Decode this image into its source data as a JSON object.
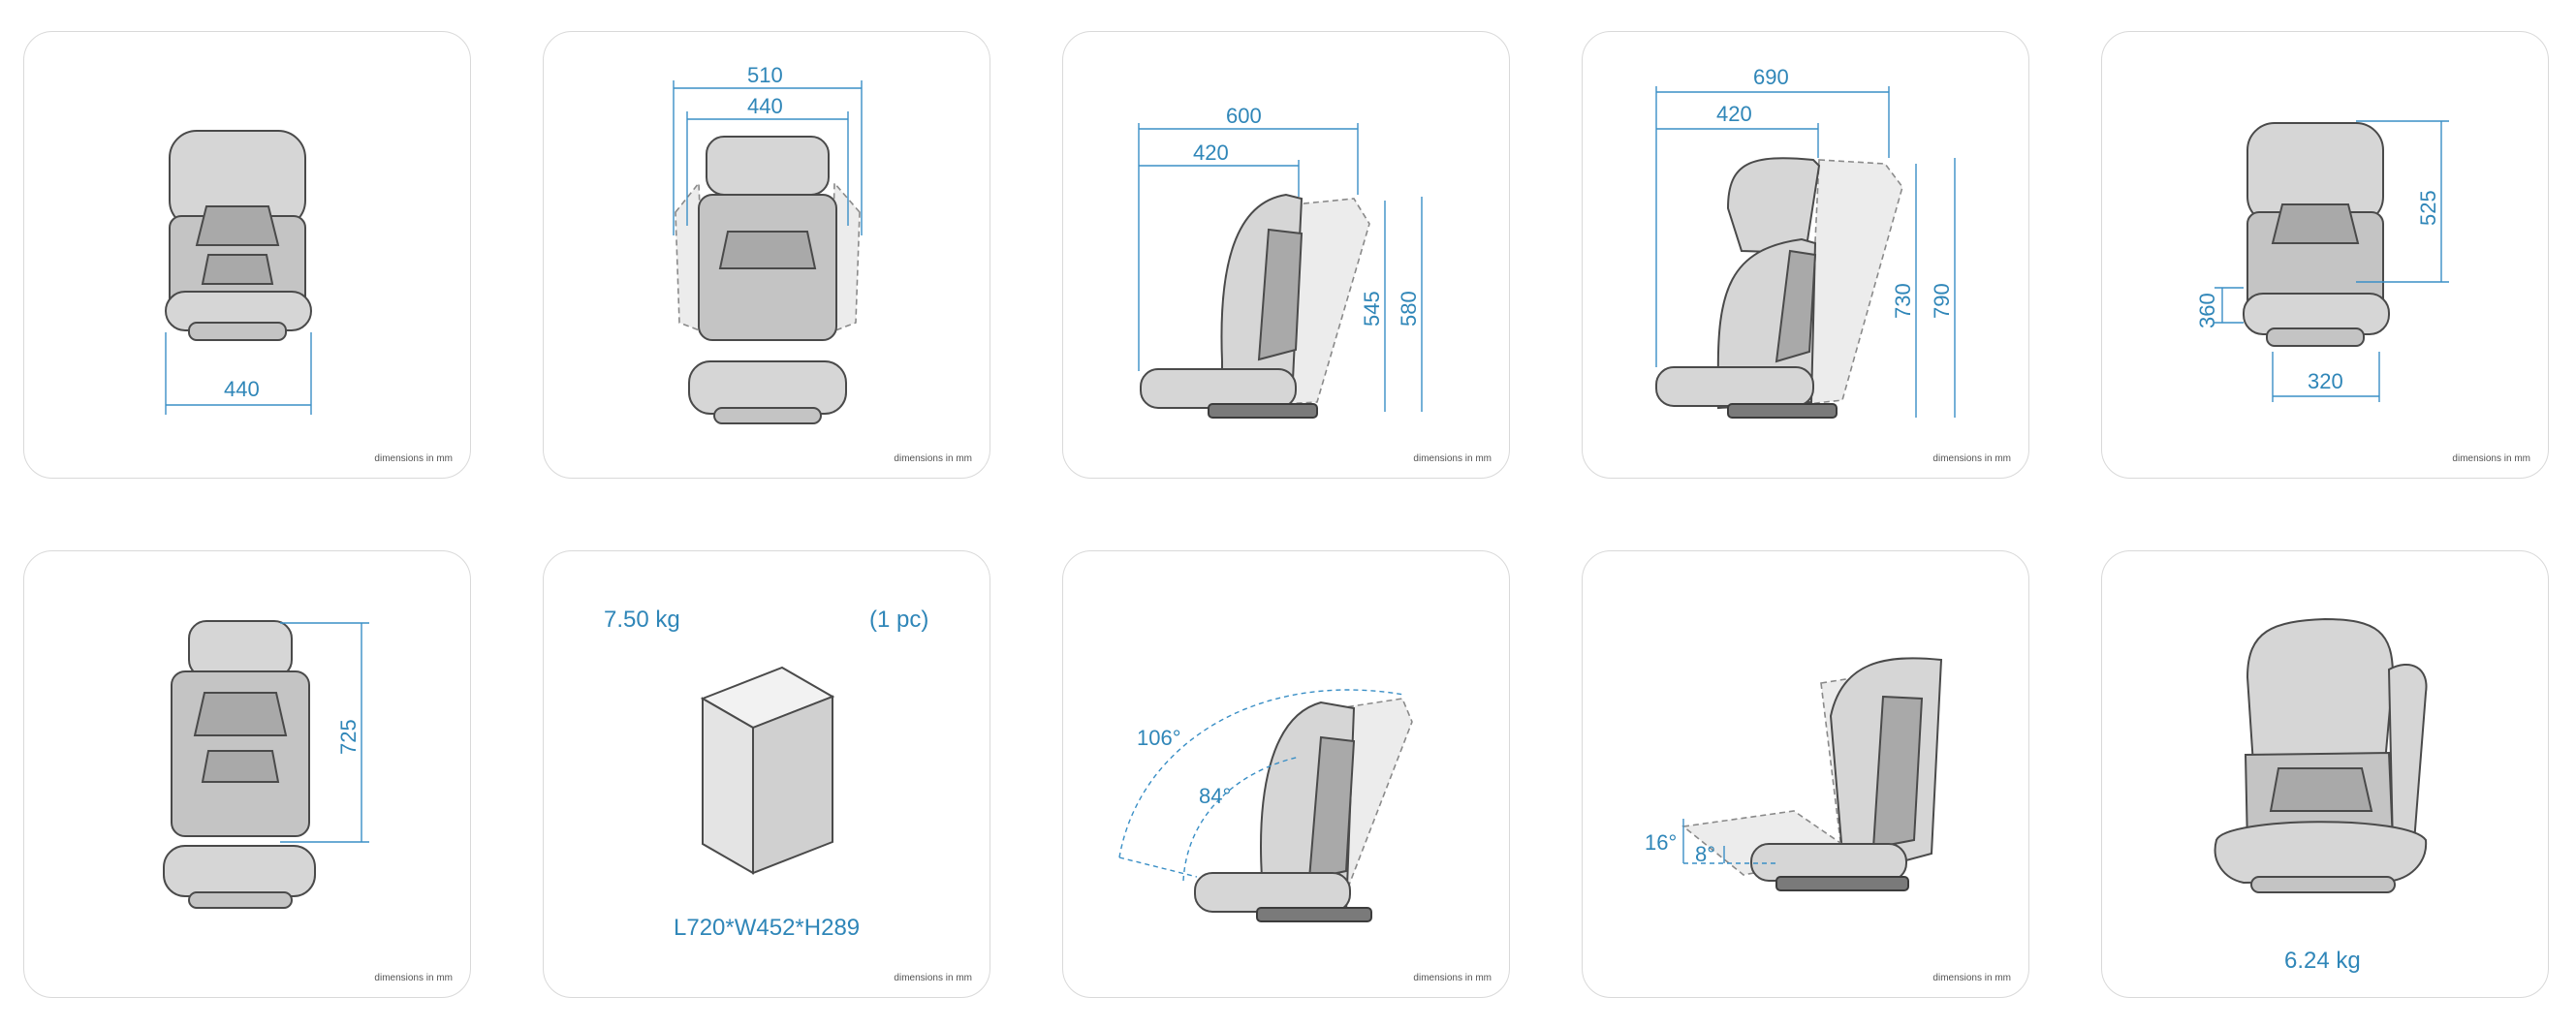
{
  "footnote": "dimensions in mm",
  "colors": {
    "dimension": "#2f86b8",
    "seat_fill": "#d6d6d6",
    "outline": "#4a4a4a"
  },
  "cards": {
    "c1": {
      "width": "440"
    },
    "c2": {
      "outer_width": "510",
      "inner_width": "440"
    },
    "c3": {
      "depth_total": "600",
      "depth_seat": "420",
      "height_a": "545",
      "height_b": "580"
    },
    "c4": {
      "depth_total": "690",
      "depth_seat": "420",
      "height_a": "730",
      "height_b": "790"
    },
    "c5": {
      "back_height": "525",
      "side_height": "360",
      "seat_width": "320"
    },
    "c6": {
      "headrest_range": "725"
    },
    "c7": {
      "weight": "7.50 kg",
      "quantity": "(1 pc)",
      "package_size": "L720*W452*H289"
    },
    "c8": {
      "angle_outer": "106°",
      "angle_inner": "84°"
    },
    "c9": {
      "angle_outer": "16°",
      "angle_inner": "8°"
    },
    "c10": {
      "weight": "6.24 kg"
    }
  }
}
